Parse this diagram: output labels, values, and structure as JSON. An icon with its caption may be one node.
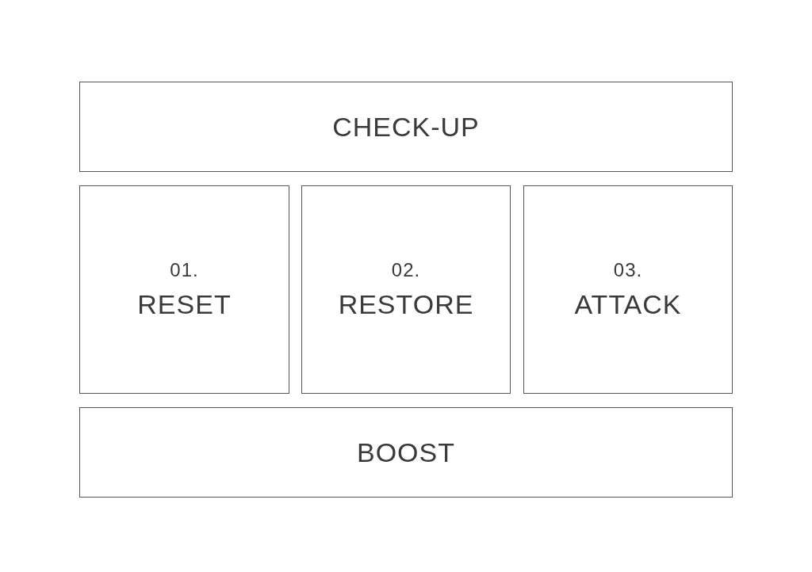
{
  "diagram": {
    "nodes": [
      {
        "text": [
          "CHECK-UP"
        ]
      },
      {
        "text": [
          "01.",
          "RESET"
        ]
      },
      {
        "text": [
          "02.",
          "RESTORE"
        ]
      },
      {
        "text": [
          "03.",
          "ATTACK"
        ]
      },
      {
        "text": [
          "BOOST"
        ]
      }
    ]
  }
}
